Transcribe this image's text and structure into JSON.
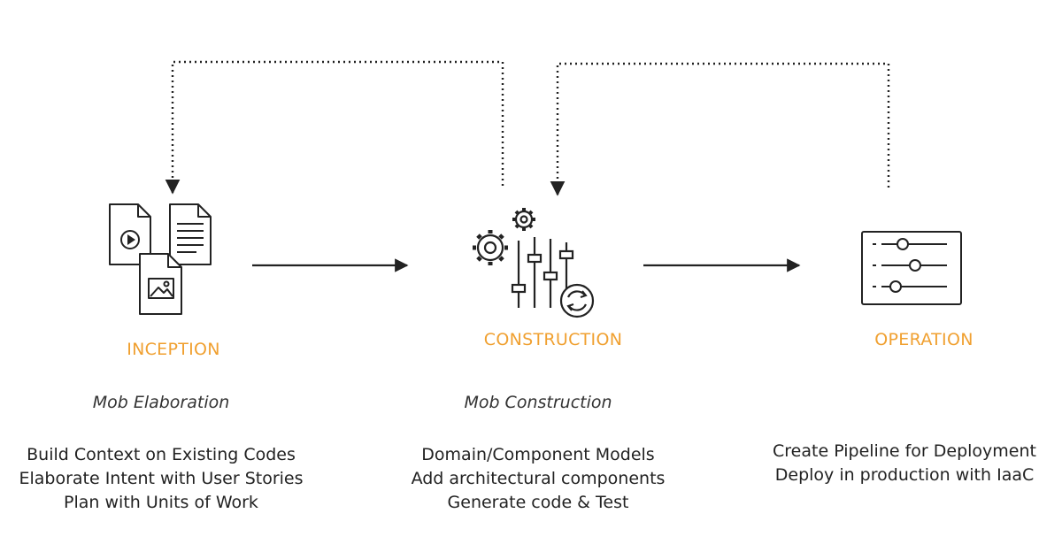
{
  "colors": {
    "accent": "#f0a030",
    "line": "#222222",
    "text": "#222222"
  },
  "stages": [
    {
      "title": "INCEPTION",
      "subtitle": "Mob Elaboration",
      "items": [
        "Build Context on Existing Codes",
        "Elaborate Intent with User Stories",
        "Plan with Units of Work"
      ],
      "icon": "documents-icon"
    },
    {
      "title": "CONSTRUCTION",
      "subtitle": "Mob Construction",
      "items": [
        "Domain/Component Models",
        "Add architectural components",
        "Generate code & Test"
      ],
      "icon": "gears-sliders-icon"
    },
    {
      "title": "OPERATION",
      "subtitle": "",
      "items": [
        "Create Pipeline for Deployment",
        "Deploy in production with IaaC"
      ],
      "icon": "control-panel-icon"
    }
  ]
}
